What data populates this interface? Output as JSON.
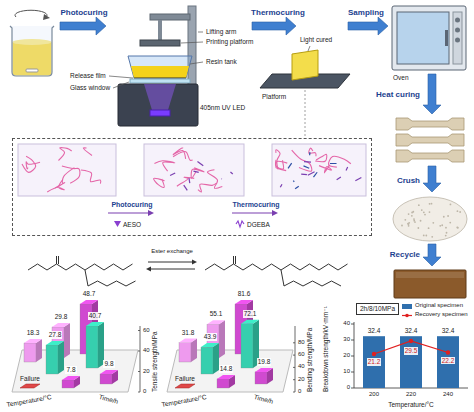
{
  "diagram": {
    "nodes": [
      {
        "text": [
          "Photocuring",
          "Thermocuring",
          "AESO",
          "DGEBA"
        ]
      },
      {
        "text": [
          "2h/8/10MPa"
        ]
      }
    ],
    "labels": [
      "Photocuring",
      "Lifting arm",
      "Printing platform",
      "Resin tank",
      "Release film",
      "Glass window",
      "405nm UV LED",
      "Thermocuring",
      "Light cured",
      "Platform",
      "Sampling",
      "Oven",
      "Heat curing",
      "Crush",
      "Recycle",
      "Ester exchange",
      "Tensile strength/MPa",
      "Temperature/°C",
      "Time/h",
      "18.3",
      "29.8",
      "48.7",
      "27.8",
      "40.7",
      "7.8",
      "9.8",
      "Failure",
      "0",
      "20",
      "40",
      "60",
      "Bending strength/MPa",
      "Temperature/°C",
      "Time/h",
      "31.8",
      "55.1",
      "81.6",
      "43.9",
      "72.1",
      "14.8",
      "19.8",
      "Failure",
      "0",
      "20",
      "40",
      "60",
      "80",
      "Breakdown strength/kV·mm⁻¹",
      "Temperature/°C",
      "200",
      "220",
      "240",
      "0",
      "10",
      "20",
      "30",
      "40",
      "32.4",
      "32.4",
      "32.4",
      "21.2",
      "29.5",
      "22.2"
    ],
    "legend": [
      {
        "text": "Original specimen",
        "color": "#2f6fad"
      },
      {
        "text": "Recovery specimen"
      }
    ]
  }
}
